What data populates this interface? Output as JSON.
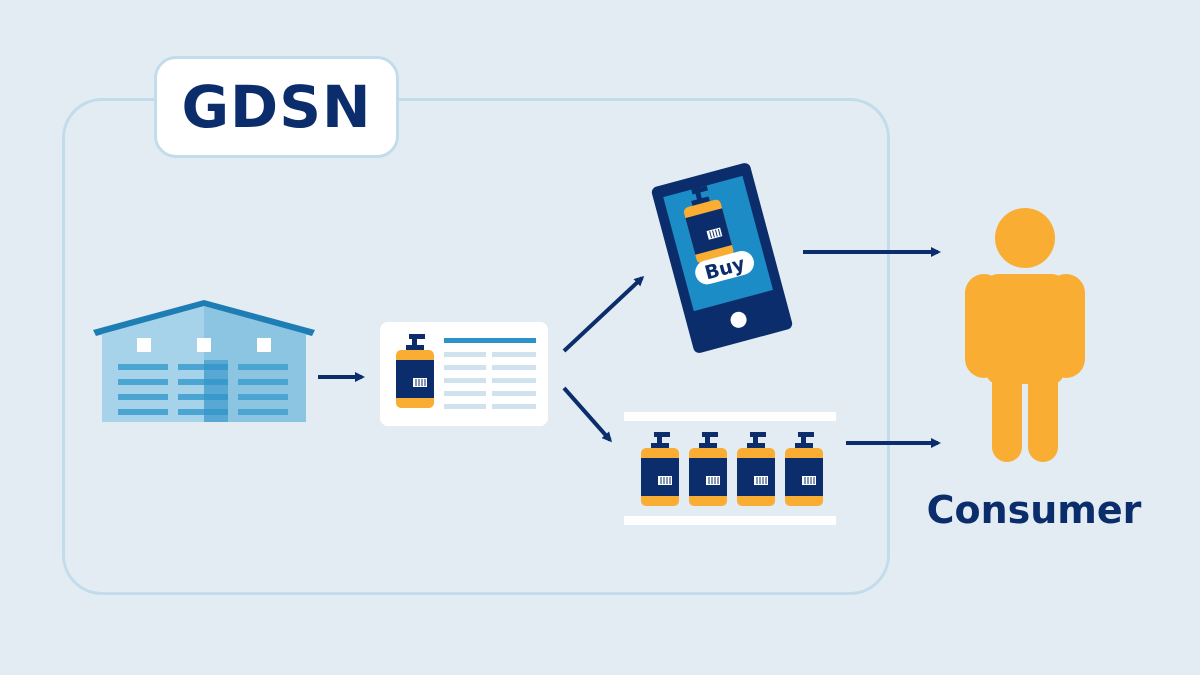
{
  "diagram": {
    "network_label": "GDSN",
    "buy_label": "Buy",
    "consumer_label": "Consumer"
  },
  "colors": {
    "background": "#e2ecf2",
    "frame_border": "#c3dceb",
    "navy": "#0b2d6b",
    "orange": "#f9ad33",
    "light_blue": "#8fc7e3",
    "mid_blue": "#2c93c8",
    "screen_blue": "#1b8cc6"
  },
  "icons": [
    "warehouse-icon",
    "product-data-card-icon",
    "smartphone-icon",
    "store-shelf-icon",
    "consumer-person-icon"
  ]
}
